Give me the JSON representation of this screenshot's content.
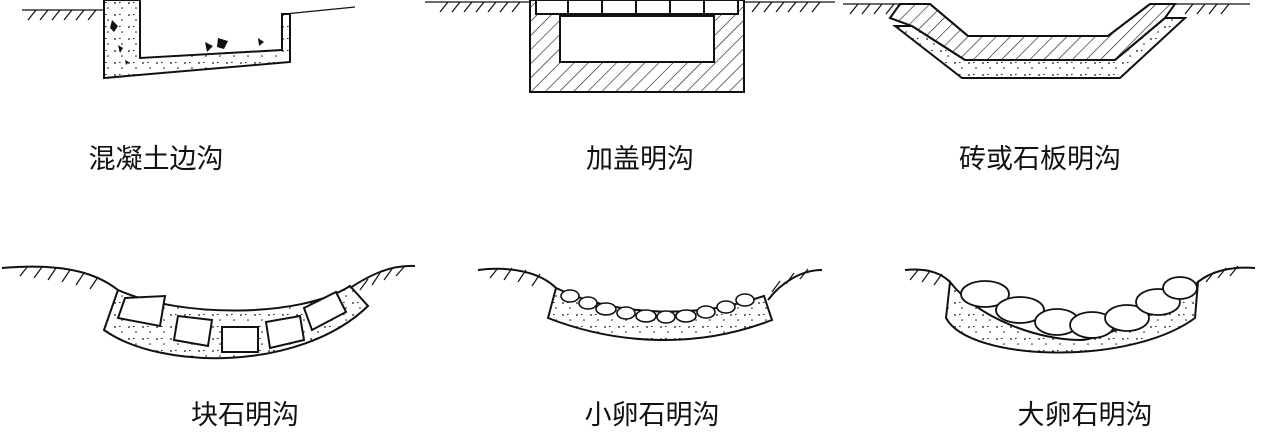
{
  "captions": {
    "concrete_ditch": "混凝土边沟",
    "covered_ditch": "加盖明沟",
    "brick_stone_ditch": "砖或石板明沟",
    "block_stone_ditch": "块石明沟",
    "small_cobble_ditch": "小卵石明沟",
    "large_cobble_ditch": "大卵石明沟"
  },
  "colors": {
    "line": "#111111",
    "background": "#ffffff"
  }
}
